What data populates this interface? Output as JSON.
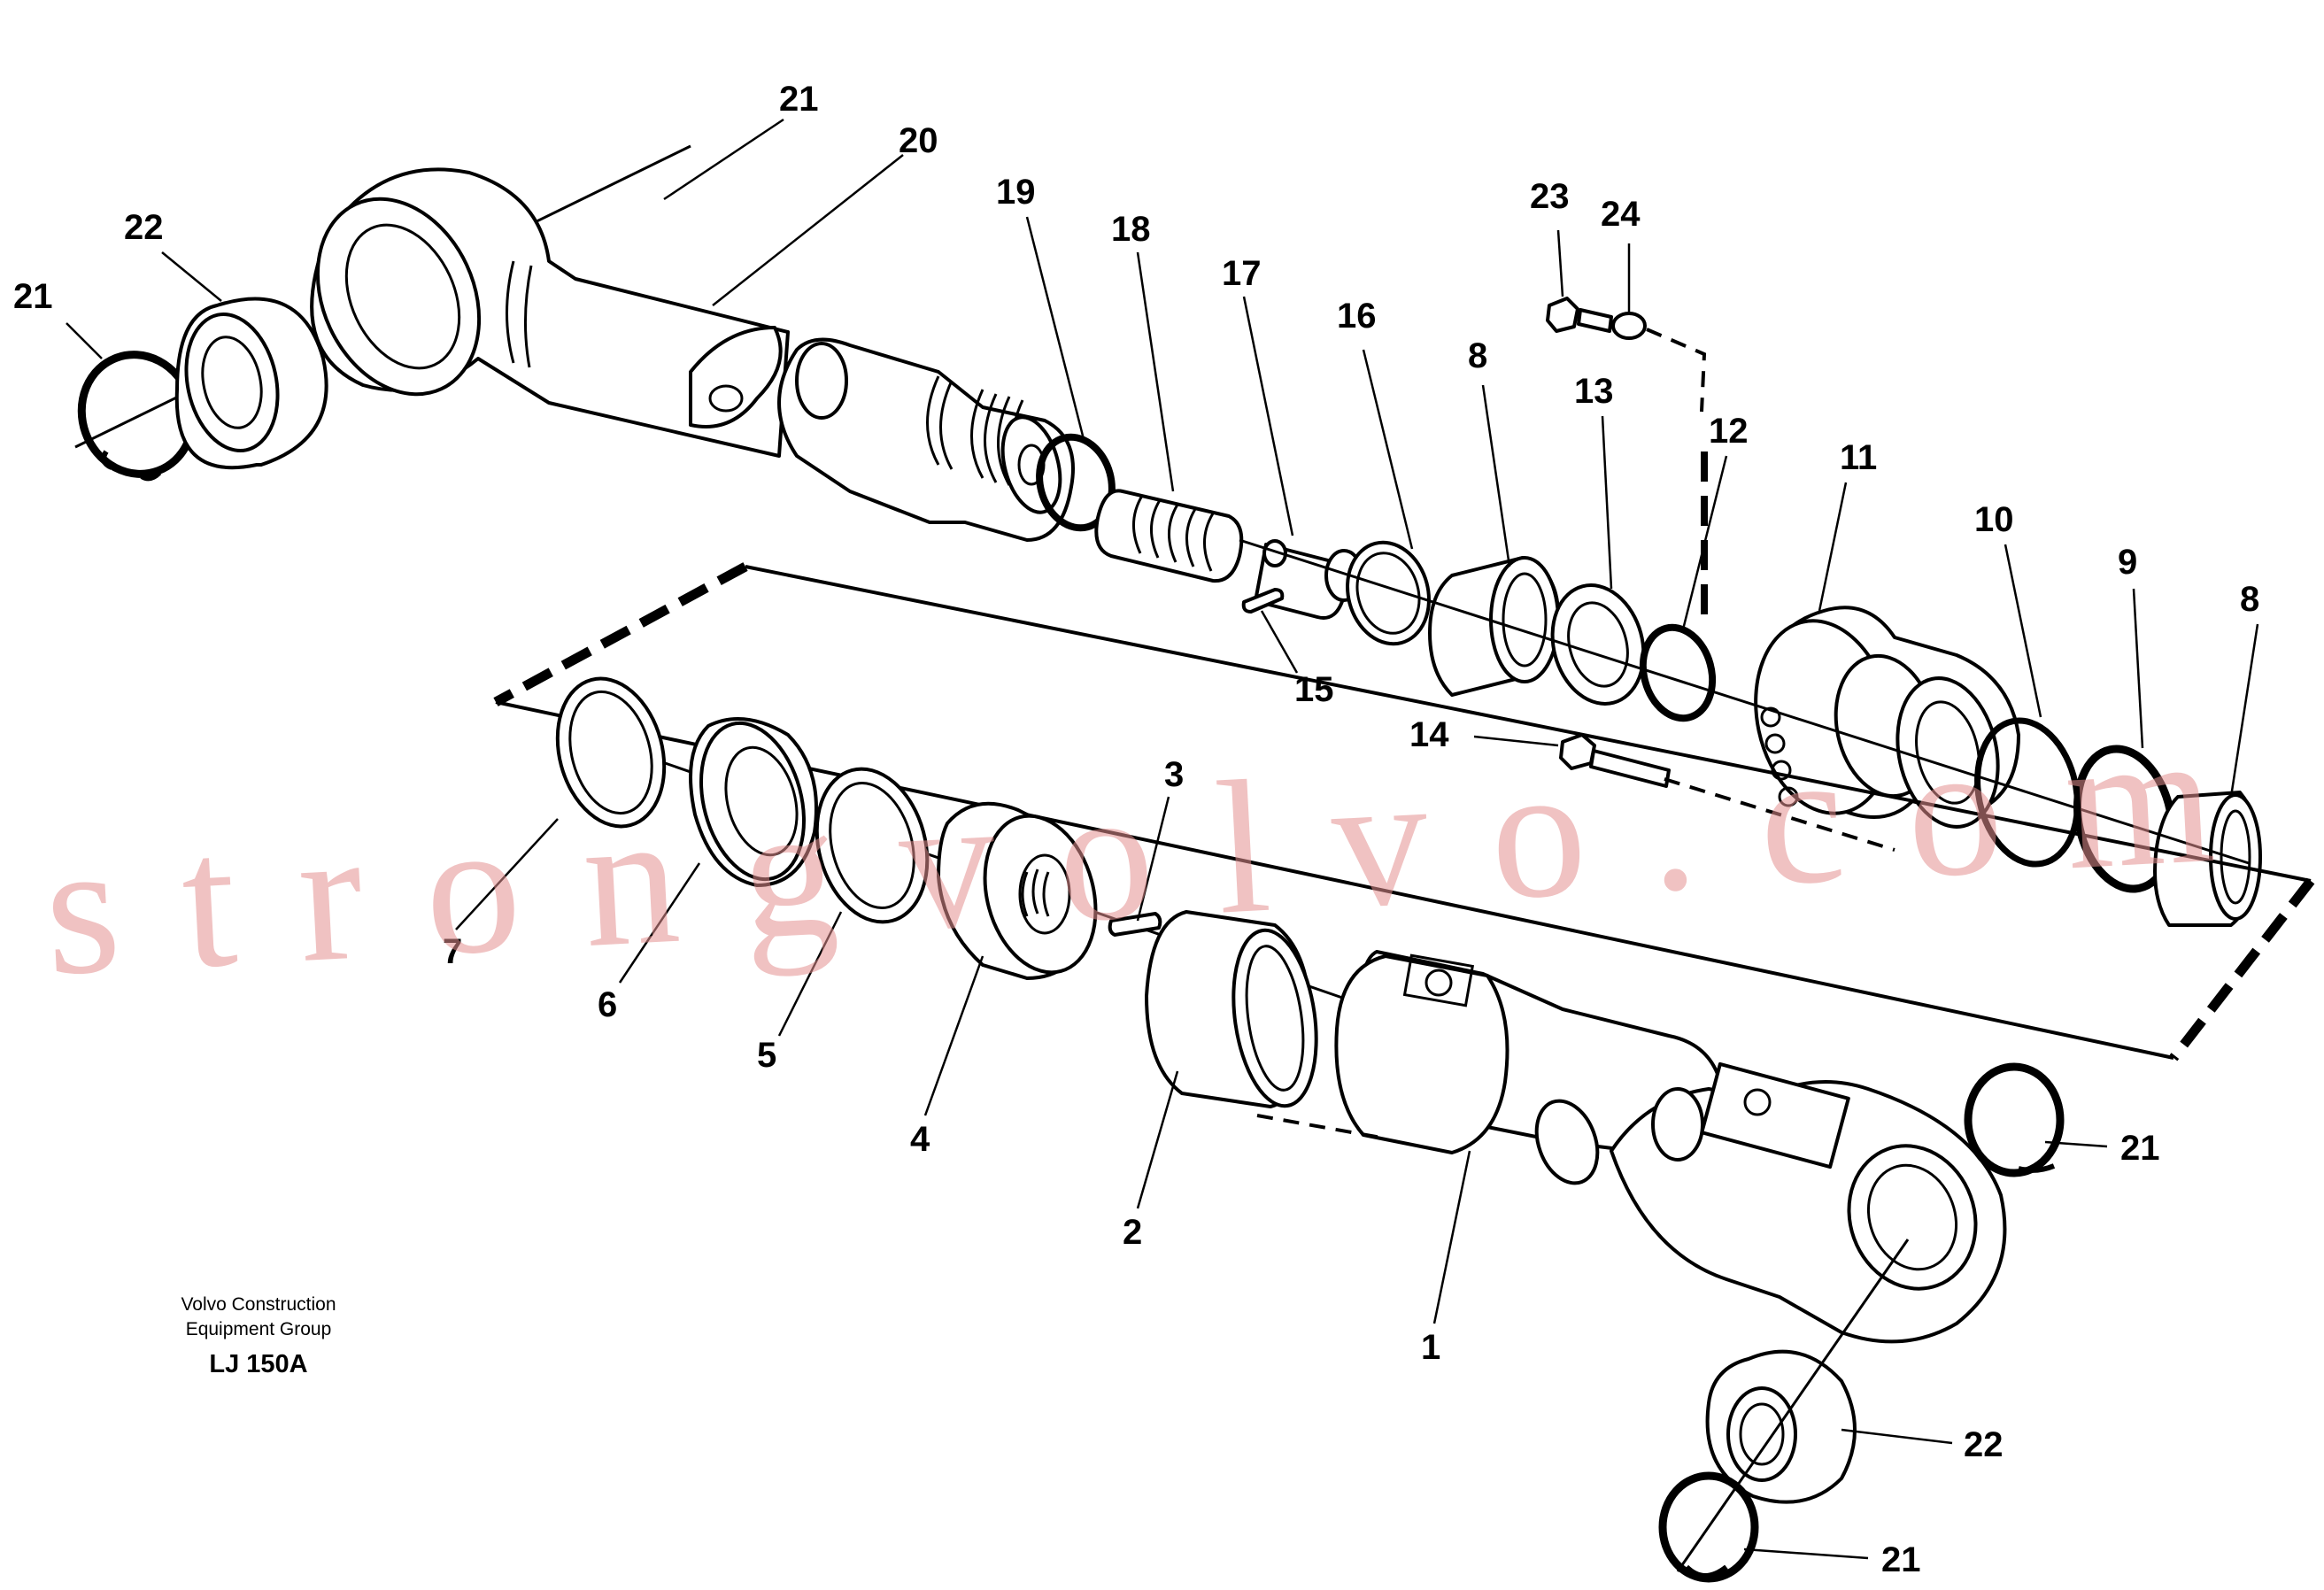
{
  "title_block": {
    "line1": "Volvo Construction",
    "line2": "Equipment Group",
    "drawing_number": "LJ 150A"
  },
  "watermark": "strongvolvo.com",
  "callouts": [
    {
      "id": "c21a",
      "label": "21"
    },
    {
      "id": "c20",
      "label": "20"
    },
    {
      "id": "c22a",
      "label": "22"
    },
    {
      "id": "c21b",
      "label": "21"
    },
    {
      "id": "c19",
      "label": "19"
    },
    {
      "id": "c18",
      "label": "18"
    },
    {
      "id": "c17",
      "label": "17"
    },
    {
      "id": "c16",
      "label": "16"
    },
    {
      "id": "c8a",
      "label": "8"
    },
    {
      "id": "c13",
      "label": "13"
    },
    {
      "id": "c23",
      "label": "23"
    },
    {
      "id": "c24",
      "label": "24"
    },
    {
      "id": "c12",
      "label": "12"
    },
    {
      "id": "c11",
      "label": "11"
    },
    {
      "id": "c10",
      "label": "10"
    },
    {
      "id": "c9",
      "label": "9"
    },
    {
      "id": "c8b",
      "label": "8"
    },
    {
      "id": "c15",
      "label": "15"
    },
    {
      "id": "c14",
      "label": "14"
    },
    {
      "id": "c3",
      "label": "3"
    },
    {
      "id": "c7",
      "label": "7"
    },
    {
      "id": "c6",
      "label": "6"
    },
    {
      "id": "c5",
      "label": "5"
    },
    {
      "id": "c4",
      "label": "4"
    },
    {
      "id": "c2",
      "label": "2"
    },
    {
      "id": "c1",
      "label": "1"
    },
    {
      "id": "c21c",
      "label": "21"
    },
    {
      "id": "c22b",
      "label": "22"
    },
    {
      "id": "c21d",
      "label": "21"
    }
  ]
}
